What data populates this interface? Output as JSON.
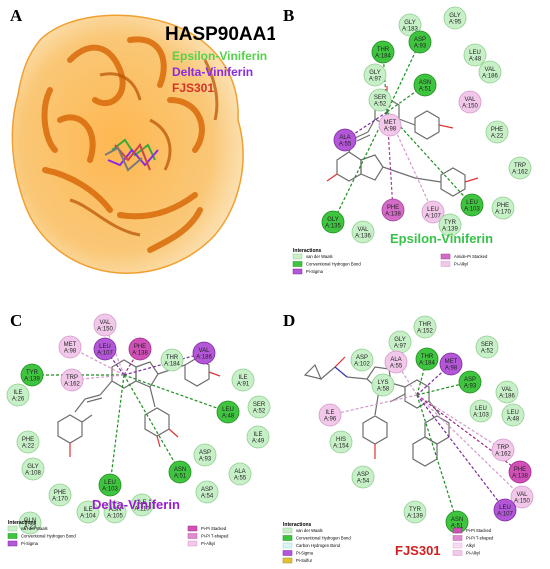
{
  "panels": {
    "A": {
      "letter": "A",
      "protein": "HASP90AA1",
      "ligands": [
        {
          "name": "Epsilon-Viniferin",
          "color": "#56d14a"
        },
        {
          "name": "Delta-Viniferin",
          "color": "#8a2be2"
        },
        {
          "name": "FJS301",
          "color": "#d2342a"
        }
      ]
    },
    "B": {
      "letter": "B",
      "ligand_name": "Epsilon-Viniferin",
      "ligand_color": "#38c24a",
      "residues": [
        {
          "label": "GLY\nA:95",
          "type": "vdw"
        },
        {
          "label": "GLY\nA:183",
          "type": "vdw"
        },
        {
          "label": "THR\nA:184",
          "type": "hbond"
        },
        {
          "label": "ASP\nA:93",
          "type": "hbond"
        },
        {
          "label": "LEU\nA:48",
          "type": "vdw"
        },
        {
          "label": "GLY\nA:97",
          "type": "vdw"
        },
        {
          "label": "VAL\nA:186",
          "type": "vdw"
        },
        {
          "label": "ASN\nA:51",
          "type": "hbond"
        },
        {
          "label": "SER\nA:52",
          "type": "vdw"
        },
        {
          "label": "MET\nA:98",
          "type": "alkyl"
        },
        {
          "label": "VAL\nA:150",
          "type": "alkyl"
        },
        {
          "label": "ALA\nA:55",
          "type": "sigma"
        },
        {
          "label": "PHE\nA:22",
          "type": "vdw"
        },
        {
          "label": "TRP\nA:162",
          "type": "vdw"
        },
        {
          "label": "PHE\nA:138",
          "type": "amide"
        },
        {
          "label": "LEU\nA:107",
          "type": "alkyl"
        },
        {
          "label": "LEU\nA:103",
          "type": "hbond"
        },
        {
          "label": "PHE\nA:170",
          "type": "vdw"
        },
        {
          "label": "TYR\nA:139",
          "type": "vdw"
        },
        {
          "label": "GLY\nA:135",
          "type": "hbond"
        },
        {
          "label": "VAL\nA:136",
          "type": "vdw"
        }
      ],
      "legend_title": "Interactions",
      "legend": [
        {
          "label": "van der Waals",
          "type": "vdw"
        },
        {
          "label": "Conventional Hydrogen Bond",
          "type": "hbond"
        },
        {
          "label": "Pi-Sigma",
          "type": "sigma"
        },
        {
          "label": "Amide-Pi Stacked",
          "type": "amide"
        },
        {
          "label": "Pi-Alkyl",
          "type": "alkyl"
        }
      ]
    },
    "C": {
      "letter": "C",
      "ligand_name": "Delta-Viniferin",
      "ligand_color": "#9b1bd1",
      "residues": [
        {
          "label": "VAL\nA:150",
          "type": "alkyl"
        },
        {
          "label": "MET\nA:98",
          "type": "alkyl"
        },
        {
          "label": "LEU\nA:107",
          "type": "sigma"
        },
        {
          "label": "PHE\nA:138",
          "type": "stack"
        },
        {
          "label": "THR\nA:184",
          "type": "vdw"
        },
        {
          "label": "VAL\nA:186",
          "type": "sigma"
        },
        {
          "label": "TYR\nA:139",
          "type": "hbond"
        },
        {
          "label": "TRP\nA:162",
          "type": "alkyl"
        },
        {
          "label": "ILE\nA:91",
          "type": "vdw"
        },
        {
          "label": "ILE\nA:26",
          "type": "vdw"
        },
        {
          "label": "SER\nA:52",
          "type": "vdw"
        },
        {
          "label": "LEU\nA:48",
          "type": "hbond"
        },
        {
          "label": "ILE\nA:49",
          "type": "vdw"
        },
        {
          "label": "PHE\nA:22",
          "type": "vdw"
        },
        {
          "label": "GLY\nA:108",
          "type": "vdw"
        },
        {
          "label": "ASP\nA:93",
          "type": "vdw"
        },
        {
          "label": "ASN\nA:51",
          "type": "hbond"
        },
        {
          "label": "ALA\nA:55",
          "type": "vdw"
        },
        {
          "label": "ASP\nA:54",
          "type": "vdw"
        },
        {
          "label": "PHE\nA:170",
          "type": "vdw"
        },
        {
          "label": "LEU\nA:103",
          "type": "hbond"
        },
        {
          "label": "ILE\nA:104",
          "type": "vdw"
        },
        {
          "label": "ASN\nA:105",
          "type": "vdw"
        },
        {
          "label": "ILE\nA:110",
          "type": "vdw"
        },
        {
          "label": "GLN\nA:23",
          "type": "vdw"
        }
      ],
      "legend_title": "Interactions",
      "legend": [
        {
          "label": "van der Waals",
          "type": "vdw"
        },
        {
          "label": "Conventional Hydrogen Bond",
          "type": "hbond"
        },
        {
          "label": "Pi-Sigma",
          "type": "sigma"
        },
        {
          "label": "Pi-Pi Stacked",
          "type": "stack"
        },
        {
          "label": "Pi-Pi T-shaped",
          "type": "tshape"
        },
        {
          "label": "Pi-Alkyl",
          "type": "alkyl"
        }
      ]
    },
    "D": {
      "letter": "D",
      "ligand_name": "FJS301",
      "ligand_color": "#d11f1f",
      "residues": [
        {
          "label": "THR\nA:152",
          "type": "vdw"
        },
        {
          "label": "GLY\nA:97",
          "type": "vdw"
        },
        {
          "label": "SER\nA:52",
          "type": "vdw"
        },
        {
          "label": "ASP\nA:102",
          "type": "vdw"
        },
        {
          "label": "ALA\nA:55",
          "type": "alkyl"
        },
        {
          "label": "THR\nA:184",
          "type": "hbond"
        },
        {
          "label": "MET\nA:98",
          "type": "sigma"
        },
        {
          "label": "ASP\nA:93",
          "type": "hbond"
        },
        {
          "label": "VAL\nA:186",
          "type": "vdw"
        },
        {
          "label": "LYS\nA:58",
          "type": "vdw"
        },
        {
          "label": "LEU\nA:103",
          "type": "vdw"
        },
        {
          "label": "LEU\nA:48",
          "type": "vdw"
        },
        {
          "label": "ILE\nA:96",
          "type": "alkyl"
        },
        {
          "label": "HIS\nA:154",
          "type": "vdw"
        },
        {
          "label": "TRP\nA:162",
          "type": "alkyl"
        },
        {
          "label": "PHE\nA:138",
          "type": "stack"
        },
        {
          "label": "VAL\nA:150",
          "type": "alkyl"
        },
        {
          "label": "ASP\nA:54",
          "type": "vdw"
        },
        {
          "label": "LEU\nA:107",
          "type": "sigma"
        },
        {
          "label": "TYR\nA:139",
          "type": "vdw"
        },
        {
          "label": "ASN\nA:51",
          "type": "hbond"
        }
      ],
      "legend_title": "Interactions",
      "legend": [
        {
          "label": "van der Waals",
          "type": "vdw"
        },
        {
          "label": "Conventional Hydrogen Bond",
          "type": "hbond"
        },
        {
          "label": "Carbon Hydrogen Bond",
          "type": "chbond"
        },
        {
          "label": "Pi-Sigma",
          "type": "sigma"
        },
        {
          "label": "Pi-Sulfur",
          "type": "sulfur"
        },
        {
          "label": "Pi-Pi Stacked",
          "type": "stack"
        },
        {
          "label": "Pi-Pi T-shaped",
          "type": "tshape"
        },
        {
          "label": "Alkyl",
          "type": "alkylonly"
        },
        {
          "label": "Pi-Alkyl",
          "type": "alkyl"
        }
      ]
    }
  },
  "colors": {
    "vdw": {
      "fill": "#c8f0c8",
      "stroke": "#8fd08f"
    },
    "hbond": {
      "fill": "#3fc43f",
      "stroke": "#1e8e1e"
    },
    "chbond": {
      "fill": "#d9f5f0",
      "stroke": "#9adbd0"
    },
    "sigma": {
      "fill": "#b356d8",
      "stroke": "#7d2aa0"
    },
    "amide": {
      "fill": "#d46cc7",
      "stroke": "#a0409a"
    },
    "stack": {
      "fill": "#d050b8",
      "stroke": "#9e2a8c"
    },
    "tshape": {
      "fill": "#e08ad0",
      "stroke": "#b060a4"
    },
    "alkyl": {
      "fill": "#f2c8ea",
      "stroke": "#d49acb"
    },
    "alkylonly": {
      "fill": "#f7dbf2",
      "stroke": "#e0b0d8"
    },
    "sulfur": {
      "fill": "#e0c23a",
      "stroke": "#a88a10"
    }
  }
}
